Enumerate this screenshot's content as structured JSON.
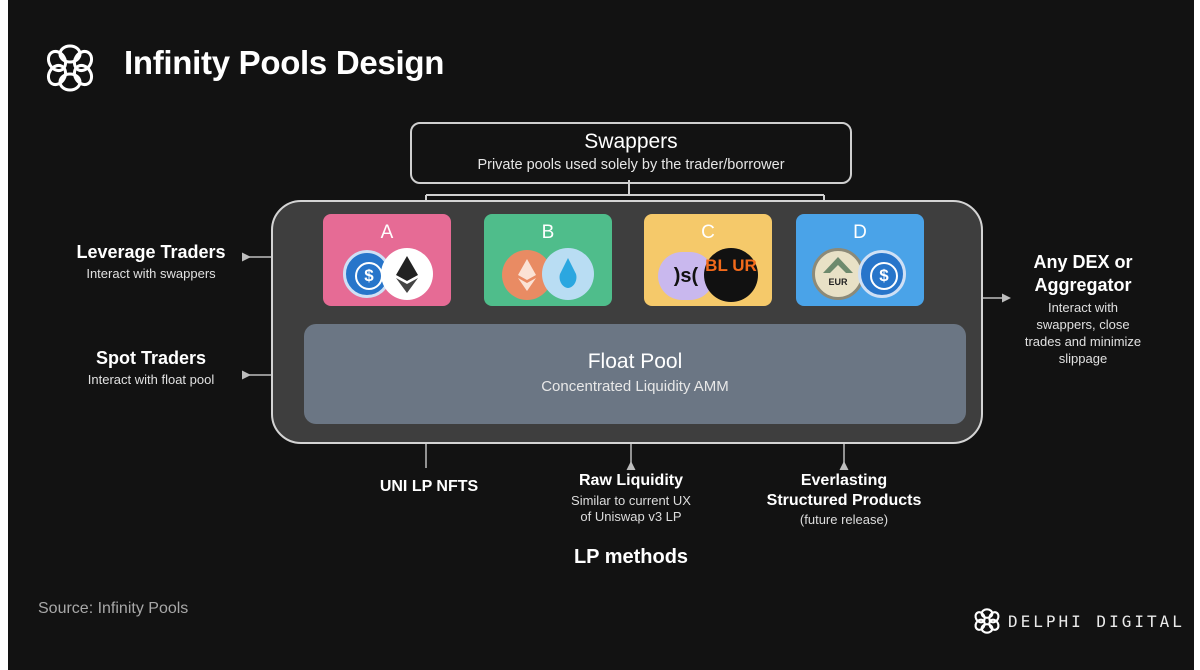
{
  "header": {
    "title": "Infinity Pools Design"
  },
  "swappers": {
    "title": "Swappers",
    "subtitle": "Private pools used solely by the trader/borrower"
  },
  "pools": [
    {
      "label": "A",
      "color": "#e66b95",
      "coins": [
        "usdc-icon",
        "ether-icon"
      ]
    },
    {
      "label": "B",
      "color": "#4fbd8b",
      "coins": [
        "ether-orange-icon",
        "ether-blue-icon"
      ]
    },
    {
      "label": "C",
      "color": "#f5c96a",
      "coins": [
        "frax-icon",
        "blur-icon"
      ],
      "coin_text": [
        ")s(",
        "BL UR"
      ]
    },
    {
      "label": "D",
      "color": "#4aa3e8",
      "coins": [
        "eur-icon",
        "usdc-icon"
      ],
      "coin_text": [
        "EUR"
      ]
    }
  ],
  "float_pool": {
    "title": "Float Pool",
    "subtitle": "Concentrated Liquidity AMM"
  },
  "left": {
    "leverage": {
      "title": "Leverage Traders",
      "subtitle": "Interact with swappers"
    },
    "spot": {
      "title": "Spot Traders",
      "subtitle": "Interact with float pool"
    }
  },
  "right": {
    "dex": {
      "title_line1": "Any DEX or",
      "title_line2": "Aggregator",
      "sub_lines": [
        "Interact with",
        "swappers, close",
        "trades and minimize",
        "slippage"
      ]
    }
  },
  "lp": {
    "uni": {
      "title": "UNI LP NFTS"
    },
    "raw": {
      "title": "Raw Liquidity",
      "sub_lines": [
        "Similar to current UX",
        "of Uniswap v3 LP"
      ]
    },
    "everlasting": {
      "title_line1": "Everlasting",
      "title_line2": "Structured Products",
      "sub": "(future release)"
    },
    "methods_label": "LP methods"
  },
  "footer": {
    "source": "Source: Infinity Pools",
    "brand": "DELPHI DIGITAL"
  },
  "colors": {
    "background": "#121212",
    "container": "#3e3e3e",
    "float_pool": "#6b7684",
    "usdc": "#2775ca"
  }
}
